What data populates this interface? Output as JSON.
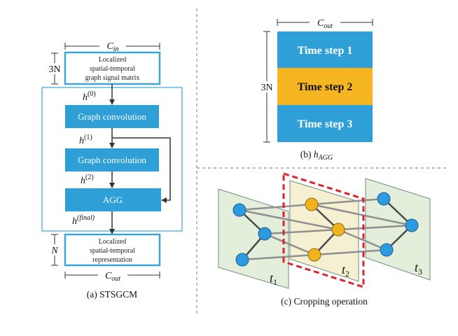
{
  "colors": {
    "blue_block": "#2f9fd8",
    "blue_outline": "#3aa7d6",
    "orange_block": "#f6b622",
    "node_blue": "#2d9be0",
    "node_orange": "#f2b21c",
    "panel_fill": "#e3eedb",
    "panel_mid_fill": "#f6f0d2",
    "crop_red": "#e0202a"
  },
  "left": {
    "c_in": "C",
    "c_in_sub": "in",
    "three_n": "3N",
    "input_box": [
      "Localized",
      "spatial-temporal",
      "graph signal matrix"
    ],
    "h0": "h",
    "h0_sup": "(0)",
    "gc1": "Graph convolution",
    "h1": "h",
    "h1_sup": "(1)",
    "gc2": "Graph convolution",
    "h2": "h",
    "h2_sup": "(2)",
    "agg": "AGG",
    "hfinal": "h",
    "hfinal_sup": "(final)",
    "n": "N",
    "output_box": [
      "Localized",
      "spatial-temporal",
      "representation"
    ],
    "c_out": "C",
    "c_out_sub": "out",
    "caption": "(a) STSGCM"
  },
  "right_top": {
    "c_out": "C",
    "c_out_sub": "out",
    "three_n": "3N",
    "steps": [
      "Time step 1",
      "Time step 2",
      "Time step 3"
    ],
    "caption_prefix": "(b) ",
    "caption_h": "h",
    "caption_sub": "AGG"
  },
  "right_bottom": {
    "t_labels": [
      {
        "t": "t",
        "sub": "1"
      },
      {
        "t": "t",
        "sub": "2"
      },
      {
        "t": "t",
        "sub": "3"
      }
    ],
    "caption": "(c) Cropping operation"
  }
}
